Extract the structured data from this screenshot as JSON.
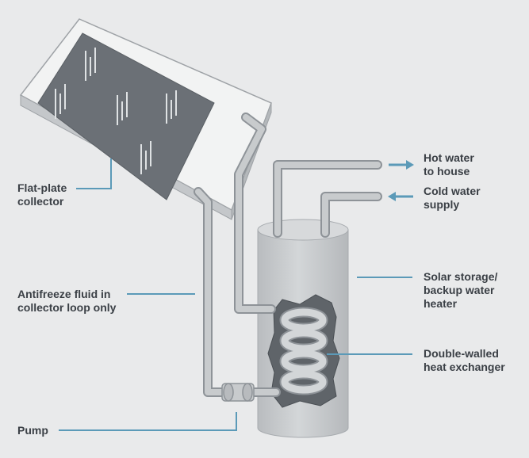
{
  "labels": {
    "collector": [
      "Flat-plate",
      "collector"
    ],
    "antifreeze": [
      "Antifreeze fluid in",
      "collector loop only"
    ],
    "pump": [
      "Pump"
    ],
    "hot_water": [
      "Hot water",
      "to house"
    ],
    "cold_water": [
      "Cold water",
      "supply"
    ],
    "storage": [
      "Solar storage/",
      "backup water",
      "heater"
    ],
    "exchanger": [
      "Double-walled",
      "heat exchanger"
    ]
  },
  "colors": {
    "background": "#e9eaeb",
    "pipe_fill": "#c8cbcd",
    "pipe_stroke": "#8e9398",
    "tank_fill": "#c9cccf",
    "collector_glass": "#6b7076",
    "leader_line": "#5b9ab8",
    "label_text": "#3a3f45"
  }
}
